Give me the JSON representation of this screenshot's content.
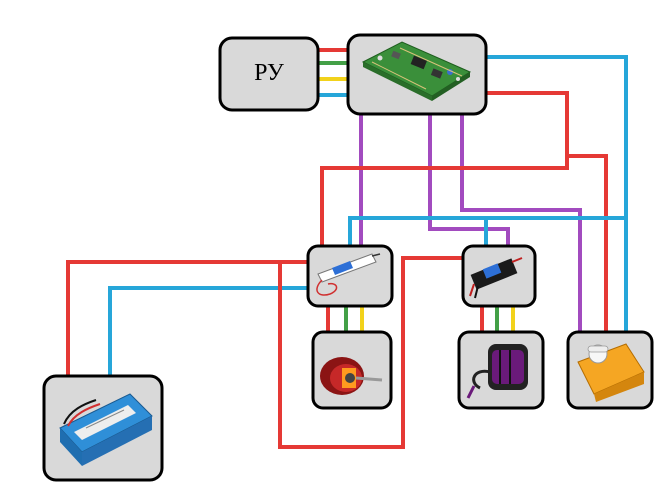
{
  "diagram": {
    "receiver_label": "РУ"
  },
  "colors": {
    "red": "#e53935",
    "green": "#43a047",
    "yellow": "#f2d21b",
    "blue": "#26a6d9",
    "purple": "#a24bbf",
    "box_fill": "#d9d9d9",
    "box_border": "#000000"
  },
  "components": [
    {
      "id": "receiver",
      "icon": "receiver-icon"
    },
    {
      "id": "controller",
      "icon": "circuit-board-icon"
    },
    {
      "id": "esc-left",
      "icon": "esc-icon"
    },
    {
      "id": "esc-right",
      "icon": "esc-icon"
    },
    {
      "id": "motor-left",
      "icon": "motor-icon"
    },
    {
      "id": "motor-right",
      "icon": "motor-icon"
    },
    {
      "id": "servo",
      "icon": "servo-icon"
    },
    {
      "id": "battery",
      "icon": "battery-icon"
    }
  ]
}
